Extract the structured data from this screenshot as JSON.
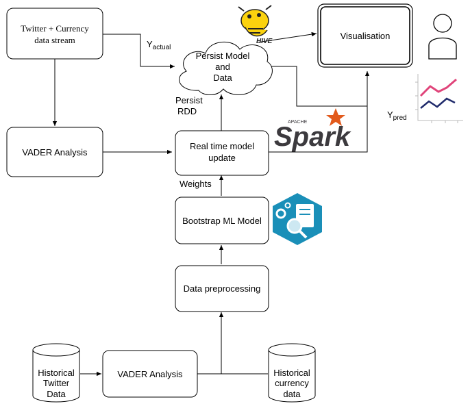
{
  "nodes": {
    "twitter_stream": [
      "Twitter + Currency",
      "data stream"
    ],
    "vader_top": [
      "VADER Analysis"
    ],
    "persist": [
      "Persist Model",
      "and",
      "Data"
    ],
    "visualisation": [
      "Visualisation"
    ],
    "realtime": [
      "Real time model",
      "update"
    ],
    "bootstrap": [
      "Bootstrap ML Model"
    ],
    "preprocess": [
      "Data preprocessing"
    ],
    "hist_twitter": [
      "Historical",
      "Twitter",
      "Data"
    ],
    "vader_bottom": [
      "VADER Analysis"
    ],
    "hist_currency": [
      "Historical",
      "currency",
      "data"
    ]
  },
  "edge_labels": {
    "yactual_main": "Y",
    "yactual_sub": "actual",
    "persist_rdd": [
      "Persist",
      "RDD"
    ],
    "weights": "Weights",
    "ypred_main": "Y",
    "ypred_sub": "pred"
  },
  "logos": {
    "hive_text": "HIVE",
    "spark_text": "Spark",
    "spark_apache": "APACHE"
  },
  "icons": {
    "user": "user-icon",
    "line_chart": "line-chart-icon",
    "ml_service": "ml-service-icon",
    "hive_logo": "hive-logo-icon",
    "spark_logo": "spark-logo-icon"
  },
  "colors": {
    "stroke": "#000000",
    "fill": "#ffffff",
    "ml_icon_bg": "#1a8fb8",
    "spark_orange": "#e25a1c",
    "hive_yellow": "#fbd20e",
    "chart_pink": "#e0447a",
    "chart_navy": "#1f2a6b"
  }
}
